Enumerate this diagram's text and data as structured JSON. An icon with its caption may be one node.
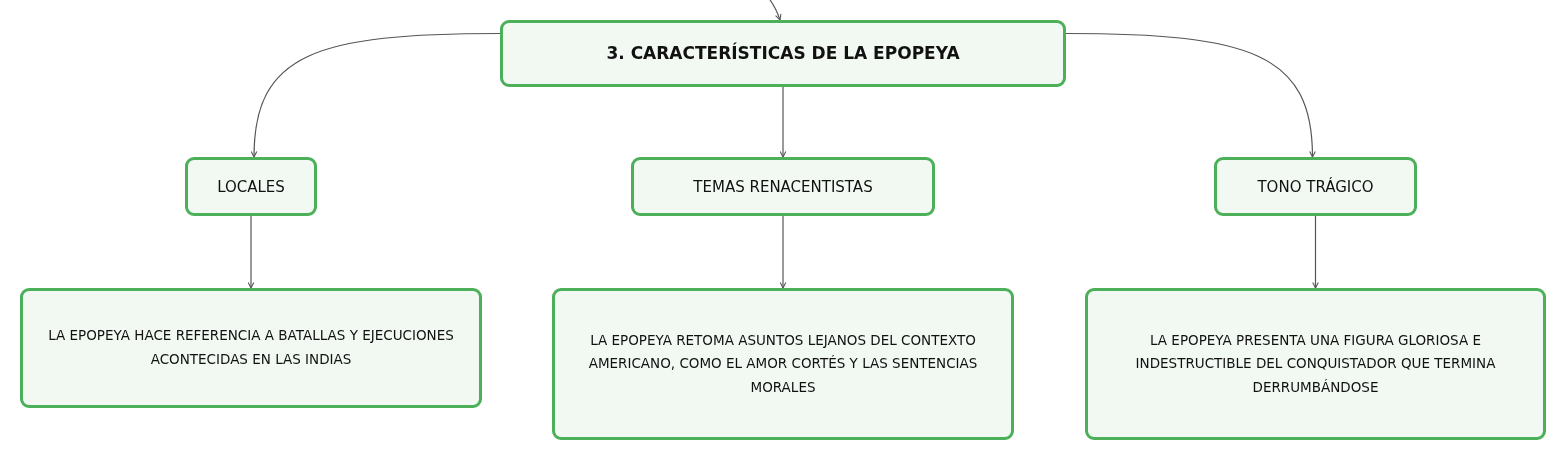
{
  "diagram": {
    "nodes": [
      {
        "text": [
          "3. CARACTERÍSTICAS DE LA EPOPEYA"
        ]
      },
      {
        "text": [
          "LOCALES"
        ]
      },
      {
        "text": [
          "TEMAS RENACENTISTAS"
        ]
      },
      {
        "text": [
          "TONO TRÁGICO"
        ]
      },
      {
        "text": [
          "LA EPOPEYA HACE REFERENCIA A BATALLAS Y EJECUCIONES ACONTECIDAS EN LAS INDIAS"
        ]
      },
      {
        "text": [
          "LA EPOPEYA RETOMA ASUNTOS LEJANOS DEL CONTEXTO AMERICANO, COMO EL AMOR CORTÉS Y LAS SENTENCIAS MORALES"
        ]
      },
      {
        "text": [
          "LA EPOPEYA PRESENTA UNA FIGURA GLORIOSA E INDESTRUCTIBLE DEL CONQUISTADOR QUE TERMINA DERRUMBÁNDOSE"
        ]
      }
    ],
    "edges": [
      {
        "from": null,
        "to": 0,
        "arrow": "to"
      },
      {
        "from": 0,
        "to": 1,
        "arrow": "to"
      },
      {
        "from": 0,
        "to": 2,
        "arrow": "to"
      },
      {
        "from": 0,
        "to": 3,
        "arrow": "to"
      },
      {
        "from": 1,
        "to": 4,
        "arrow": "to"
      },
      {
        "from": 2,
        "to": 5,
        "arrow": "to"
      },
      {
        "from": 3,
        "to": 6,
        "arrow": "to"
      }
    ]
  }
}
